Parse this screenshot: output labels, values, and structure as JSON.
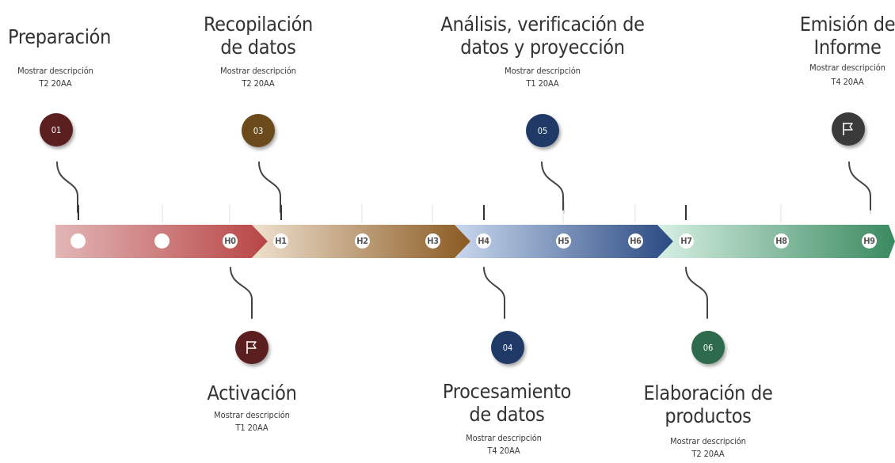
{
  "milestones": [
    {
      "number": "01",
      "title": "Preparación",
      "desc": "Mostrar descripción",
      "date": "T2 20AA",
      "color": "#5c1f1f",
      "icon": "number"
    },
    {
      "number": "",
      "title": "Activación",
      "desc": "Mostrar descripción",
      "date": "T1 20AA",
      "color": "#5c1f1f",
      "icon": "flag-icon"
    },
    {
      "number": "03",
      "title": "Recopilación\nde datos",
      "desc": "Mostrar descripción",
      "date": "T2 20AA",
      "color": "#6b4a1c",
      "icon": "number"
    },
    {
      "number": "04",
      "title": "Procesamiento\nde datos",
      "desc": "Mostrar descripción",
      "date": "T4 20AA",
      "color": "#1f3a66",
      "icon": "number"
    },
    {
      "number": "05",
      "title": "Análisis, verificación de\ndatos y proyección",
      "desc": "Mostrar descripción",
      "date": "T1 20AA",
      "color": "#1f3a66",
      "icon": "number"
    },
    {
      "number": "06",
      "title": "Elaboración de\nproductos",
      "desc": "Mostrar descripción",
      "date": "T2 20AA",
      "color": "#2e6b4c",
      "icon": "number"
    },
    {
      "number": "",
      "title": "Emisión de\nInforme",
      "desc": "Mostrar descripción",
      "date": "T4 20AA",
      "color": "#3a3a3a",
      "icon": "flag-icon"
    }
  ],
  "hitos": [
    "H0",
    "H1",
    "H2",
    "H3",
    "H4",
    "H5",
    "H6",
    "H7",
    "H8",
    "H9"
  ],
  "phase_colors": [
    [
      "#e2b6b6",
      "#b84545"
    ],
    [
      "#efe1cf",
      "#8a5a22"
    ],
    [
      "#c9d8ee",
      "#2a4a82"
    ],
    [
      "#d7f0e4",
      "#3a8a60"
    ]
  ]
}
